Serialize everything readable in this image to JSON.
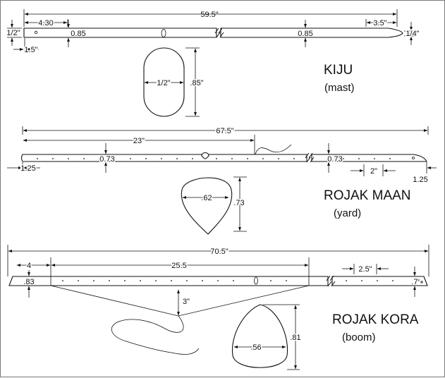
{
  "kiju": {
    "name": "KIJU",
    "subtitle": "(mast)",
    "length": "59.5\"",
    "offset_left": "4.30",
    "end_right": "3.5\"",
    "height_left": "1/2\"",
    "height_right": "1/4\"",
    "pin_offset": "1.5\"",
    "dia_left": "0.85",
    "dia_right": "0.85",
    "section_width": "1/2\"",
    "section_height": ".85\""
  },
  "maan": {
    "name": "ROJAK MAAN",
    "subtitle": "(yard)",
    "length": "67.5\"",
    "span": "23\"",
    "dia_left": "0.73",
    "dia_right": "0.73",
    "end_left": "1.25",
    "end_right": "1.25",
    "tip": "2\"",
    "section_width": ".62",
    "section_height": ".73"
  },
  "kora": {
    "name": "ROJAK KORA",
    "subtitle": "(boom)",
    "length": "70.5\"",
    "end_left": "4",
    "span": "25.5",
    "end_right": "2.5\"",
    "height_left": ".83",
    "height_right": ".7",
    "sag": "3\"",
    "section_width": ".56",
    "section_height": ".81"
  }
}
